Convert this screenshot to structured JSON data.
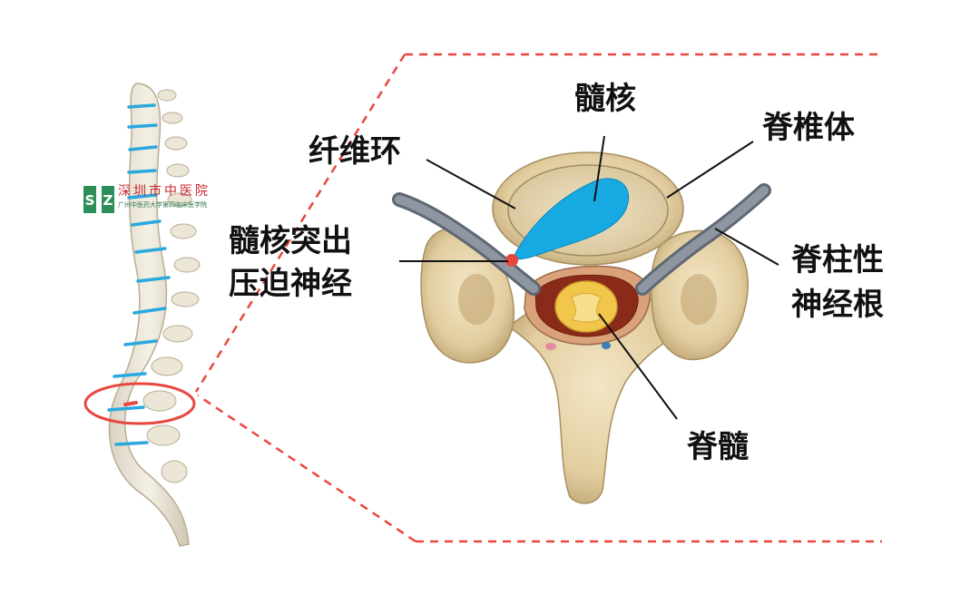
{
  "labels": {
    "nucleus": "髓核",
    "annulus": "纤维环",
    "vertebral_body": "脊椎体",
    "herniation_line1": "髓核突出",
    "herniation_line2": "压迫神经",
    "nerve_root_line1": "脊柱性",
    "nerve_root_line2": "神经根",
    "spinal_cord": "脊髓"
  },
  "logo": {
    "mark": "S Z",
    "name": "深圳市中医院",
    "sub": "广州中医药大学第四临床医学院"
  },
  "colors": {
    "callout_red": "#e8473f",
    "nucleus_blue": "#17a9e2",
    "bone": "#e9d7b0",
    "disc": "#e0cfa8",
    "nerve_gray": "#7f8892",
    "cord_yellow": "#f2c64a",
    "logo_green": "#2d8f58",
    "logo_red": "#c8242a"
  }
}
